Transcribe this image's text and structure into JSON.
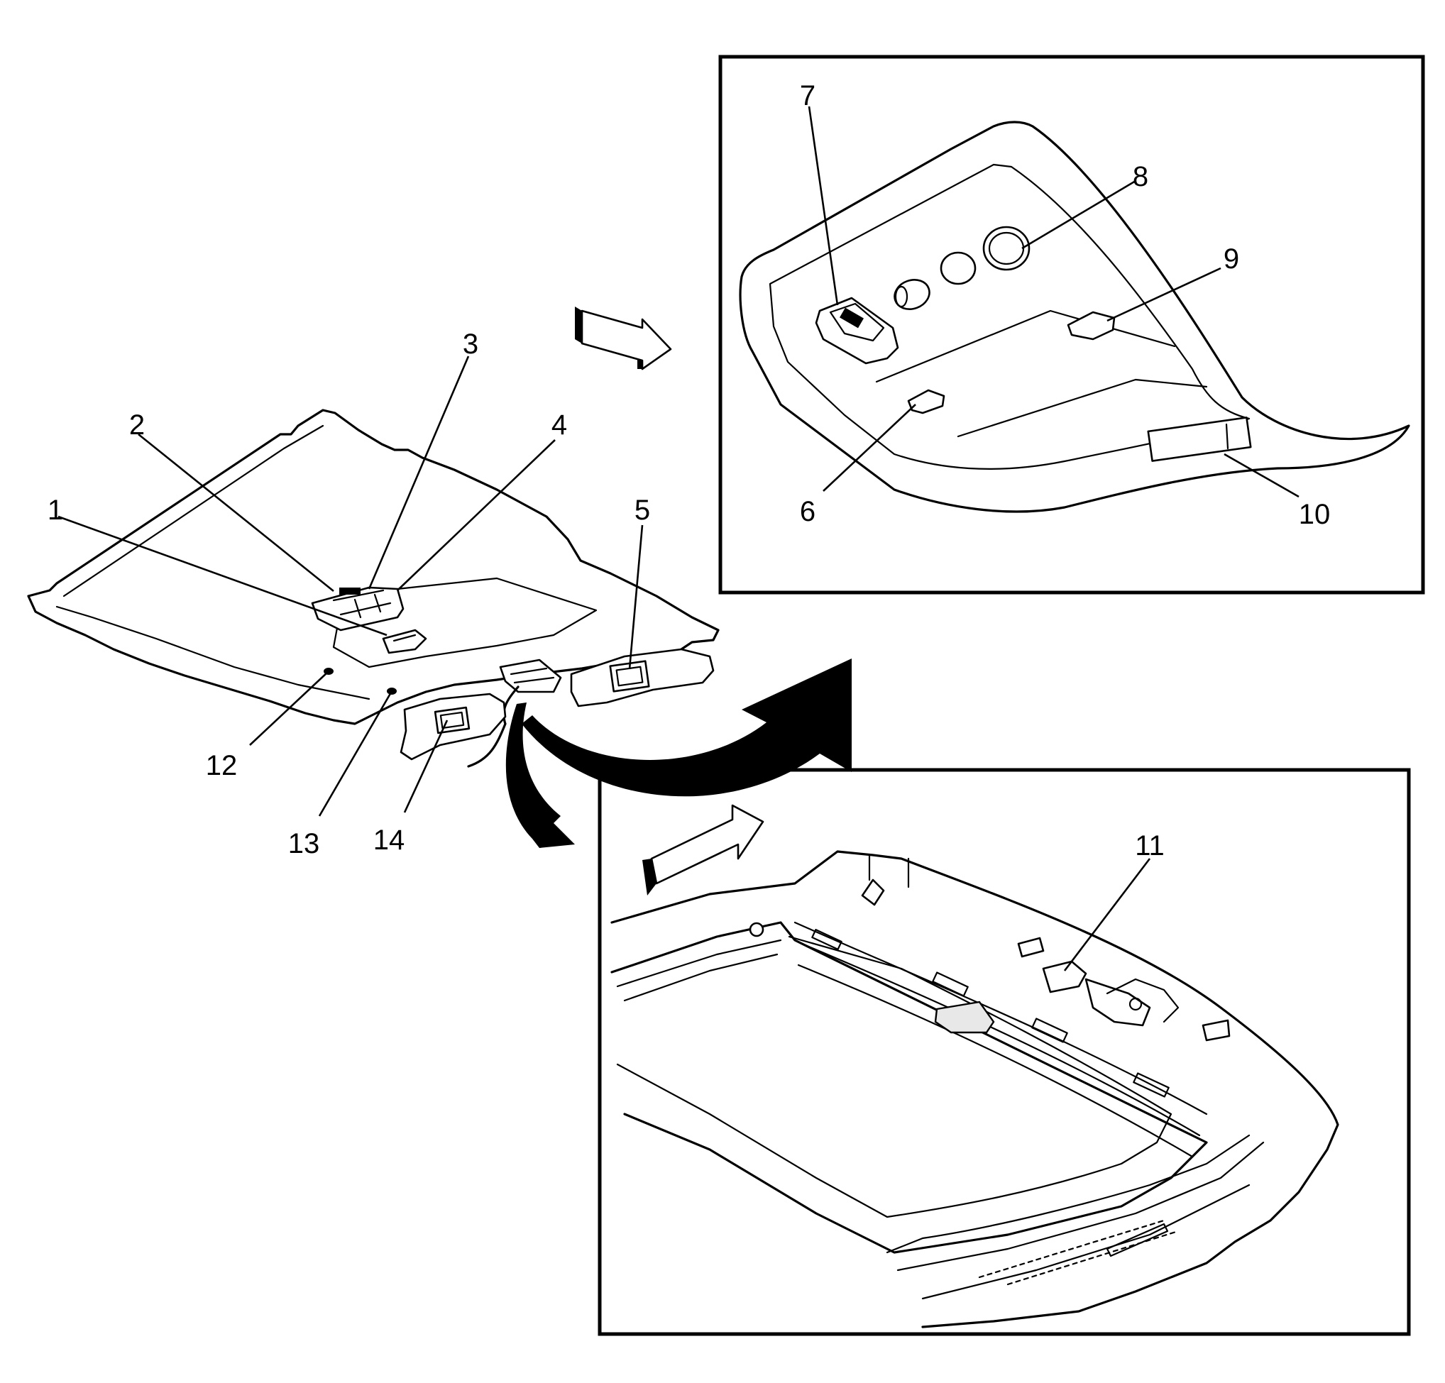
{
  "callouts": {
    "c1": "1",
    "c2": "2",
    "c3": "3",
    "c4": "4",
    "c5": "5",
    "c6": "6",
    "c7": "7",
    "c8": "8",
    "c9": "9",
    "c10": "10",
    "c11": "11",
    "c12": "12",
    "c13": "13",
    "c14": "14"
  },
  "colors": {
    "line": "#000000",
    "background": "#ffffff"
  },
  "icons": [
    "view-direction-arrow",
    "curved-pointer-arrow"
  ]
}
